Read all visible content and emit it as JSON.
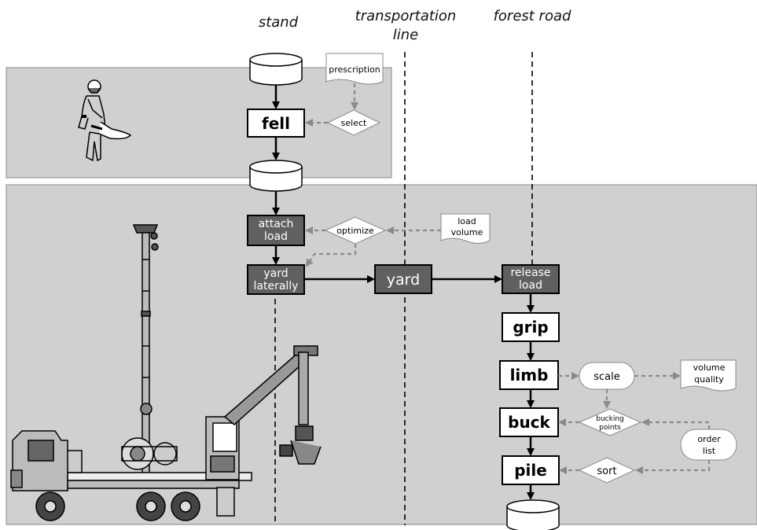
{
  "lanes": {
    "stand": "stand",
    "transportation_line_1": "transportation",
    "transportation_line_2": "line",
    "forest_road": "forest road"
  },
  "processes": {
    "fell": "fell",
    "attach_load_1": "attach",
    "attach_load_2": "load",
    "yard_laterally_1": "yard",
    "yard_laterally_2": "laterally",
    "yard": "yard",
    "release_load_1": "release",
    "release_load_2": "load",
    "grip": "grip",
    "limb": "limb",
    "buck": "buck",
    "pile": "pile"
  },
  "decisions": {
    "select": "select",
    "optimize": "optimize",
    "bucking_points_1": "bucking",
    "bucking_points_2": "points",
    "sort": "sort"
  },
  "documents": {
    "prescription": "prescription",
    "load_volume_1": "load",
    "load_volume_2": "volume",
    "volume_quality_1": "volume",
    "volume_quality_2": "quality"
  },
  "terminals": {
    "scale": "scale",
    "order_list_1": "order",
    "order_list_2": "list"
  },
  "colors": {
    "panel": "#d0d0d0",
    "dark_box": "#606060",
    "dashed_arrow": "#8a8a8a"
  }
}
